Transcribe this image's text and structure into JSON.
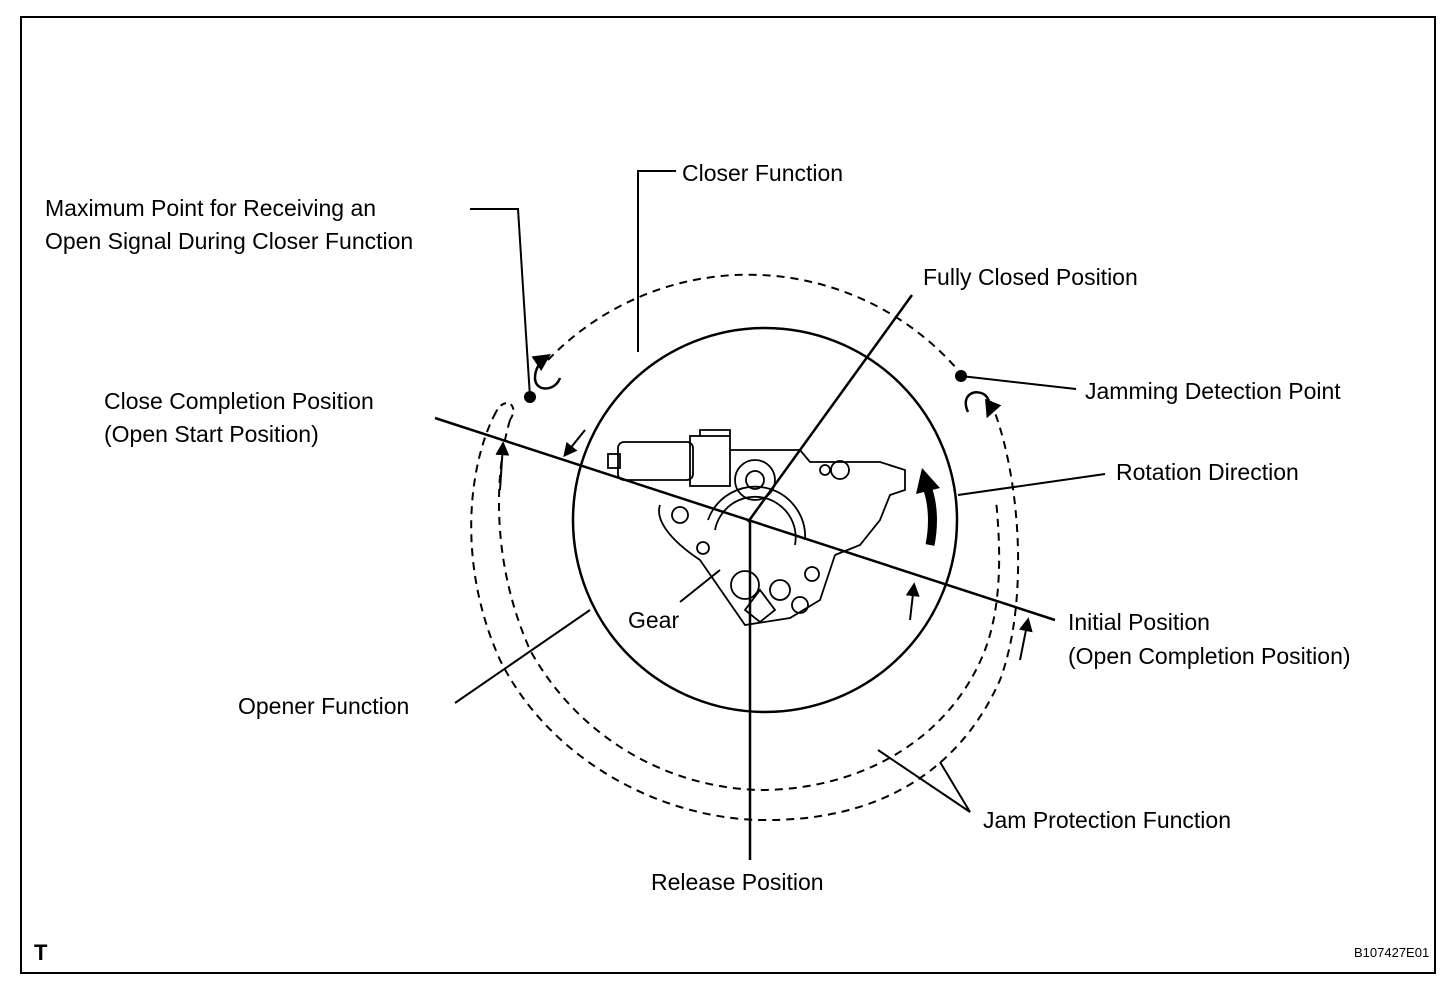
{
  "labels": {
    "closer_function": "Closer Function",
    "maximum_point_line1": "Maximum Point for Receiving an",
    "maximum_point_line2": "Open Signal During Closer Function",
    "fully_closed_position": "Fully Closed Position",
    "jamming_detection_point": "Jamming Detection Point",
    "close_completion_line1": "Close Completion Position",
    "close_completion_line2": "(Open Start Position)",
    "rotation_direction": "Rotation Direction",
    "gear": "Gear",
    "initial_position_line1": "Initial Position",
    "initial_position_line2": "(Open Completion Position)",
    "opener_function": "Opener Function",
    "jam_protection_function": "Jam Protection Function",
    "release_position": "Release Position"
  },
  "corner": {
    "left_mark": "T",
    "figure_id": "B107427E01"
  }
}
